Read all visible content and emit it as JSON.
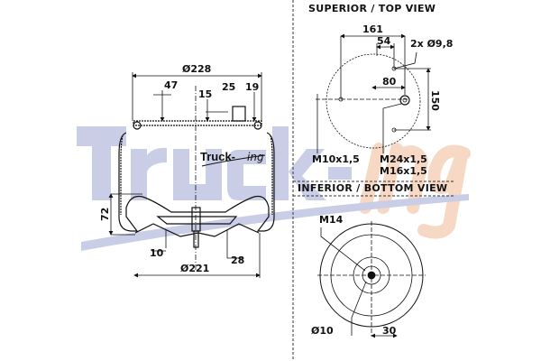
{
  "watermark": {
    "brand": "Truck-",
    "suffix": "ing",
    "colors": {
      "blue": "#c9cde6",
      "orange": "#f6d8c4"
    }
  },
  "logo": {
    "brand": "Truck-",
    "suffix": "ing"
  },
  "side_view": {
    "dims": {
      "top_diameter": "Ø228",
      "bottom_diameter": "Ø221",
      "d47": "47",
      "d15": "15",
      "d25": "25",
      "d19": "19",
      "height72": "72",
      "d10": "10",
      "d28": "28"
    }
  },
  "top_view": {
    "title": "SUPERIOR / TOP VIEW",
    "dims": {
      "d161": "161",
      "d54": "54",
      "holes": "2x Ø9,8",
      "d80": "80",
      "d150": "150",
      "thread1": "M10x1,5",
      "thread2": "M24x1,5",
      "thread3": "M16x1,5"
    }
  },
  "bottom_view": {
    "title": "INFERIOR / BOTTOM VIEW",
    "dims": {
      "thread": "M14",
      "hole": "Ø10",
      "d30": "30"
    }
  }
}
